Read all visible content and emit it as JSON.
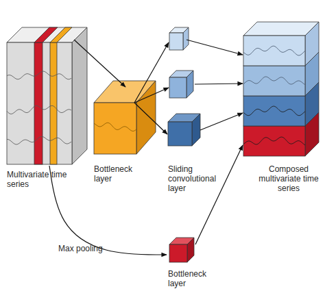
{
  "diagram": {
    "nodes": [
      {
        "text": [
          "Multivariate time series"
        ]
      },
      {
        "text": [
          "Bottleneck layer"
        ]
      },
      {
        "text": [
          "Sliding convolutional layer"
        ]
      },
      {
        "text": [
          "Composed multivariate time series"
        ]
      },
      {
        "text": [
          "Bottleneck layer"
        ]
      }
    ],
    "edges": [
      {
        "from": 0,
        "to": 1,
        "arrow": "to"
      },
      {
        "from": 0,
        "to": 4,
        "label": "Max pooling",
        "arrow": "to"
      },
      {
        "from": 1,
        "to": 2,
        "arrow": "to"
      },
      {
        "from": 1,
        "to": 2,
        "arrow": "to"
      },
      {
        "from": 1,
        "to": 2,
        "arrow": "to"
      },
      {
        "from": 2,
        "to": 3,
        "arrow": "to"
      },
      {
        "from": 2,
        "to": 3,
        "arrow": "to"
      },
      {
        "from": 2,
        "to": 3,
        "arrow": "to"
      },
      {
        "from": 4,
        "to": 3,
        "arrow": "to"
      }
    ]
  }
}
